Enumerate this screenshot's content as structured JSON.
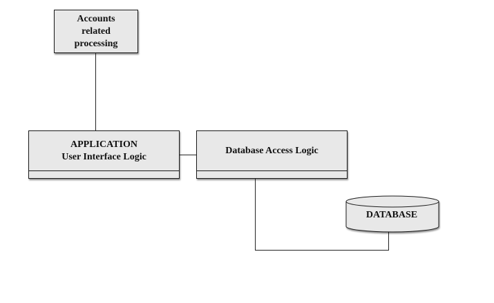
{
  "accounts": {
    "lines": [
      "Accounts",
      "related",
      "processing"
    ]
  },
  "application": {
    "line1": "APPLICATION",
    "line2": "User Interface Logic"
  },
  "db_access": {
    "label": "Database Access Logic"
  },
  "database": {
    "label": "DATABASE"
  }
}
